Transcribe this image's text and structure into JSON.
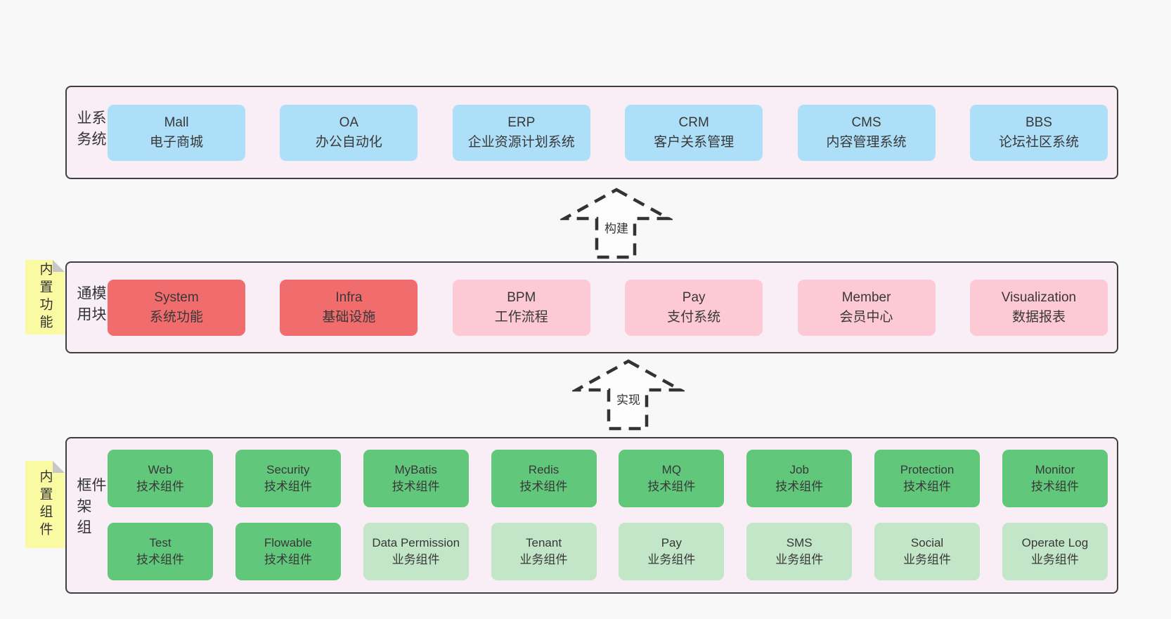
{
  "colors": {
    "page_bg": "#f8f8f8",
    "panel_bg": "#f9edf6",
    "panel_border": "#3f3f3f",
    "blue": "#aedff8",
    "red": "#f16c6c",
    "pink": "#fdc9d4",
    "green": "#61c87b",
    "light_green": "#c2e6c7",
    "sticky_yellow": "#fafaa3",
    "text": "#333333"
  },
  "sections": {
    "business": {
      "label": "业务系统",
      "boxes": [
        {
          "name": "Mall",
          "desc": "电子商城"
        },
        {
          "name": "OA",
          "desc": "办公自动化"
        },
        {
          "name": "ERP",
          "desc": "企业资源计划系统"
        },
        {
          "name": "CRM",
          "desc": "客户关系管理"
        },
        {
          "name": "CMS",
          "desc": "内容管理系统"
        },
        {
          "name": "BBS",
          "desc": "论坛社区系统"
        }
      ]
    },
    "modules": {
      "label": "通用模块",
      "sticky": "内置功能",
      "boxes": [
        {
          "name": "System",
          "desc": "系统功能"
        },
        {
          "name": "Infra",
          "desc": "基础设施"
        },
        {
          "name": "BPM",
          "desc": "工作流程"
        },
        {
          "name": "Pay",
          "desc": "支付系统"
        },
        {
          "name": "Member",
          "desc": "会员中心"
        },
        {
          "name": "Visualization",
          "desc": "数据报表"
        }
      ]
    },
    "framework": {
      "label": "框架组件",
      "sticky": "内置组件",
      "rows": [
        [
          {
            "name": "Web",
            "desc": "技术组件"
          },
          {
            "name": "Security",
            "desc": "技术组件"
          },
          {
            "name": "MyBatis",
            "desc": "技术组件"
          },
          {
            "name": "Redis",
            "desc": "技术组件"
          },
          {
            "name": "MQ",
            "desc": "技术组件"
          },
          {
            "name": "Job",
            "desc": "技术组件"
          },
          {
            "name": "Protection",
            "desc": "技术组件"
          },
          {
            "name": "Monitor",
            "desc": "技术组件"
          }
        ],
        [
          {
            "name": "Test",
            "desc": "技术组件"
          },
          {
            "name": "Flowable",
            "desc": "技术组件"
          },
          {
            "name": "Data Permission",
            "desc": "业务组件"
          },
          {
            "name": "Tenant",
            "desc": "业务组件"
          },
          {
            "name": "Pay",
            "desc": "业务组件"
          },
          {
            "name": "SMS",
            "desc": "业务组件"
          },
          {
            "name": "Social",
            "desc": "业务组件"
          },
          {
            "name": "Operate Log",
            "desc": "业务组件"
          }
        ]
      ]
    }
  },
  "arrows": [
    {
      "label": "构建"
    },
    {
      "label": "实现"
    }
  ]
}
